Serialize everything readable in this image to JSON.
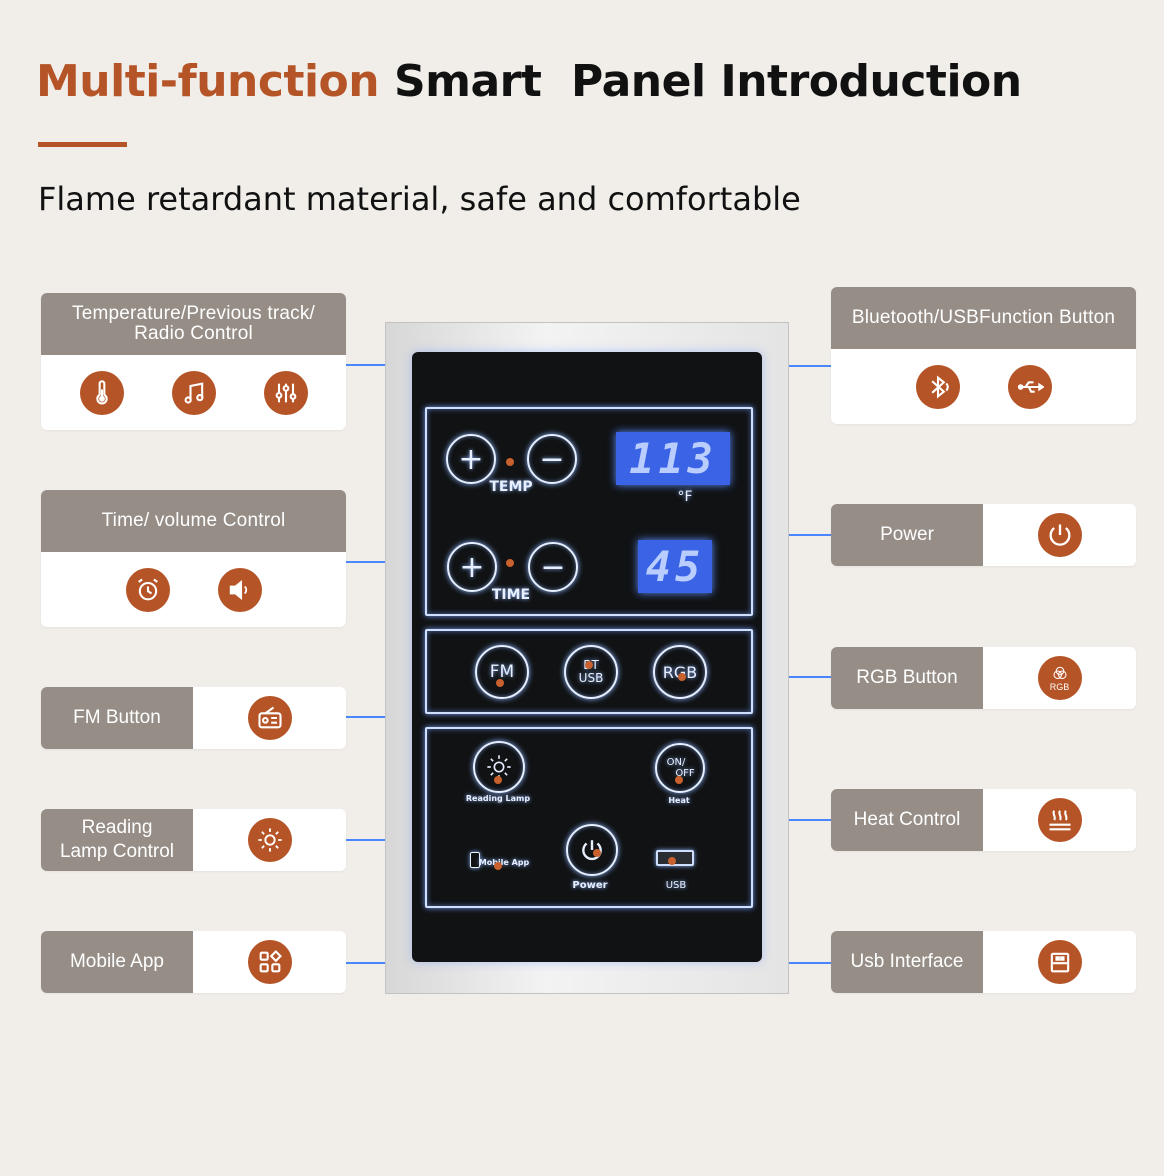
{
  "title": {
    "accent": "Multi-function",
    "rest": "Smart  Panel Introduction"
  },
  "subtitle": "Flame retardant material,  safe and comfortable",
  "left_cards": {
    "temp": {
      "label_line1": "Temperature/Previous track/",
      "label_line2": "Radio Control",
      "icons": [
        "thermometer-icon",
        "music-note-icon",
        "equalizer-icon"
      ]
    },
    "time": {
      "label": "Time/ volume Control",
      "icons": [
        "alarm-clock-icon",
        "speaker-icon"
      ]
    },
    "fm": {
      "label": "FM Button",
      "icon": "radio-icon"
    },
    "reading": {
      "label_line1": "Reading",
      "label_line2": "Lamp Control",
      "icon": "sun-icon"
    },
    "mobile": {
      "label": "Mobile App",
      "icon": "apps-icon"
    }
  },
  "right_cards": {
    "bt": {
      "label": "Bluetooth/USBFunction Button",
      "icons": [
        "bluetooth-icon",
        "usb-icon"
      ]
    },
    "power": {
      "label": "Power",
      "icon": "power-icon"
    },
    "rgb": {
      "label": "RGB Button",
      "icon": "rgb-icon",
      "icon_text": "RGB"
    },
    "heat": {
      "label": "Heat Control",
      "icon": "heat-icon"
    },
    "usb": {
      "label": "Usb Interface",
      "icon": "usb-port-icon"
    }
  },
  "panel": {
    "temp_display": "113",
    "temp_unit": "°F",
    "time_display": "45",
    "temp_label": "TEMP",
    "time_label": "TIME",
    "fm_label": "FM",
    "bt_label_top": "BT",
    "bt_label_bottom": "USB",
    "rgb_label": "RGB",
    "reading_lamp_label": "Reading Lamp",
    "mobile_app_label": "Mobile App",
    "onoff_top": "ON/",
    "onoff_bottom": "OFF",
    "heat_label": "Heat",
    "power_label": "Power",
    "usb_label": "USB"
  },
  "colors": {
    "accent": "#b55426",
    "label_bg": "#958d86",
    "glow": "#4a86ff",
    "background": "#f1eeea"
  }
}
